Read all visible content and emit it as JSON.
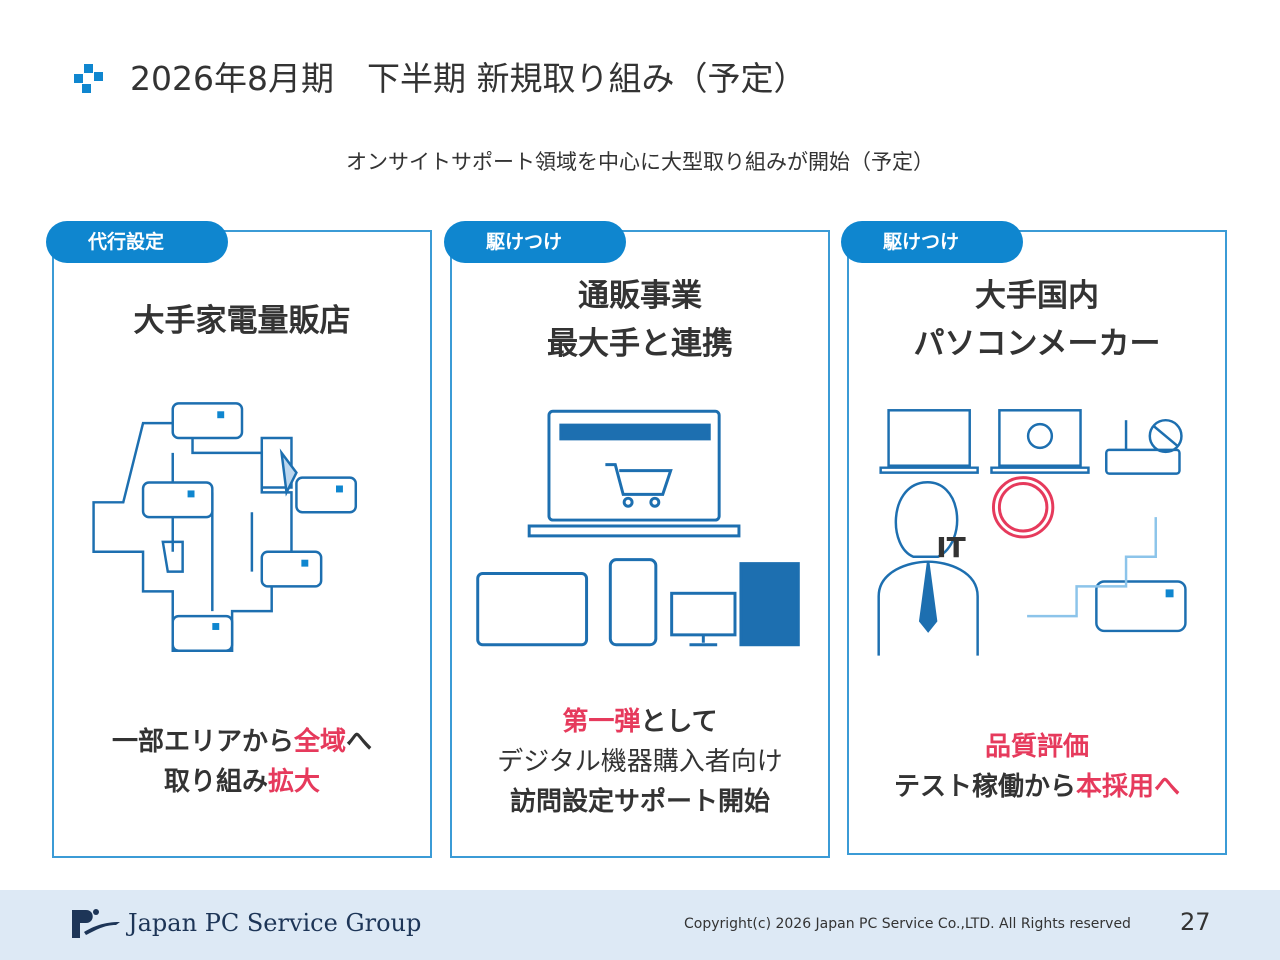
{
  "header": {
    "title": "2026年8月期　下半期 新規取り組み（予定）",
    "subtitle": "オンサイトサポート領域を中心に大型取り組みが開始（予定）"
  },
  "cards": [
    {
      "tag": "代行設定",
      "heading_lines": [
        "大手家電量販店"
      ],
      "footer": [
        {
          "parts": [
            {
              "t": "一部エリアから",
              "s": "b"
            },
            {
              "t": "全域",
              "s": "r"
            },
            {
              "t": "へ",
              "s": "b"
            }
          ]
        },
        {
          "parts": [
            {
              "t": "取り組み",
              "s": "b"
            },
            {
              "t": "拡大",
              "s": "r"
            }
          ]
        }
      ]
    },
    {
      "tag": "駆けつけ",
      "heading_lines": [
        "通販事業",
        "最大手と連携"
      ],
      "footer": [
        {
          "parts": [
            {
              "t": "第一弾",
              "s": "r"
            },
            {
              "t": "として",
              "s": "b"
            }
          ]
        },
        {
          "parts": [
            {
              "t": "デジタル機器購入者向け",
              "s": ""
            }
          ]
        },
        {
          "parts": [
            {
              "t": "訪問設定サポート開始",
              "s": "b"
            }
          ]
        }
      ]
    },
    {
      "tag": "駆けつけ",
      "heading_lines": [
        "大手国内",
        "パソコンメーカー"
      ],
      "footer": [
        {
          "parts": [
            {
              "t": "品質評価",
              "s": "r"
            }
          ]
        },
        {
          "parts": [
            {
              "t": "テスト稼働から",
              "s": "b"
            },
            {
              "t": "本採用へ",
              "s": "r"
            }
          ]
        }
      ]
    }
  ],
  "illustration_labels": {
    "it_badge": "IT"
  },
  "footer": {
    "company": "Japan PC Service Group",
    "copyright": "Copyright(c) 2026 Japan PC Service Co.,LTD. All Rights reserved",
    "page_number": "27"
  },
  "colors": {
    "accent": "#0f86cf",
    "highlight": "#e63a5c",
    "footer_bg": "#dde9f5"
  }
}
